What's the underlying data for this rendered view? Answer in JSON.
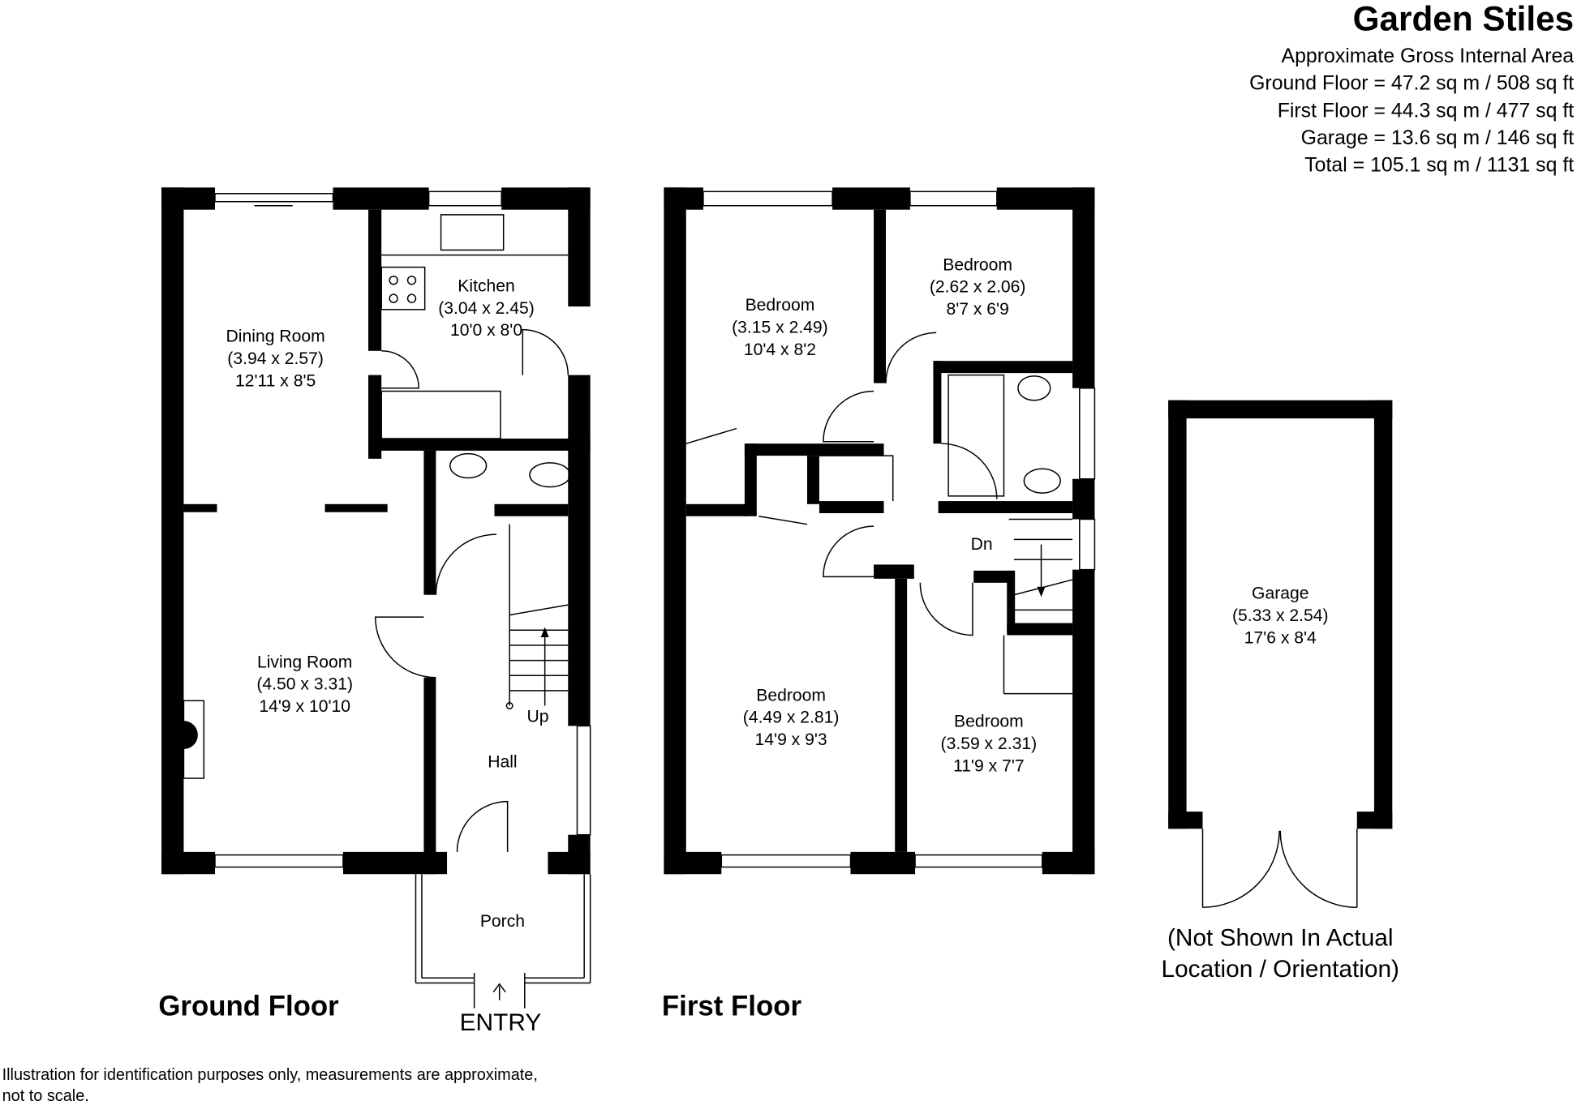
{
  "header": {
    "title": "Garden Stiles",
    "subtitle": "Approximate Gross Internal Area",
    "areas": [
      "Ground Floor = 47.2 sq m / 508 sq ft",
      "First Floor = 44.3 sq m / 477 sq ft",
      "Garage = 13.6 sq m / 146 sq ft",
      "Total = 105.1 sq m / 1131 sq ft"
    ]
  },
  "ground_floor": {
    "label": "Ground Floor",
    "rooms": {
      "dining": {
        "name": "Dining Room",
        "metric": "(3.94 x 2.57)",
        "imperial": "12'11 x 8'5"
      },
      "kitchen": {
        "name": "Kitchen",
        "metric": "(3.04 x 2.45)",
        "imperial": "10'0 x 8'0"
      },
      "living": {
        "name": "Living Room",
        "metric": "(4.50 x 3.31)",
        "imperial": "14'9 x 10'10"
      },
      "hall": {
        "name": "Hall"
      },
      "porch": {
        "name": "Porch"
      }
    },
    "stairs_label": "Up",
    "entry_label": "ENTRY"
  },
  "first_floor": {
    "label": "First Floor",
    "rooms": {
      "bed1": {
        "name": "Bedroom",
        "metric": "(3.15 x 2.49)",
        "imperial": "10'4 x 8'2"
      },
      "bed2": {
        "name": "Bedroom",
        "metric": "(2.62 x 2.06)",
        "imperial": "8'7 x 6'9"
      },
      "bed3": {
        "name": "Bedroom",
        "metric": "(4.49 x 2.81)",
        "imperial": "14'9 x 9'3"
      },
      "bed4": {
        "name": "Bedroom",
        "metric": "(3.59 x 2.31)",
        "imperial": "11'9 x 7'7"
      }
    },
    "stairs_label": "Dn"
  },
  "garage": {
    "name": "Garage",
    "metric": "(5.33 x 2.54)",
    "imperial": "17'6 x 8'4",
    "note_line1": "(Not Shown In Actual",
    "note_line2": "Location / Orientation)"
  },
  "disclaimer": {
    "line1": "Illustration for identification purposes only, measurements are approximate,",
    "line2": "not to scale."
  }
}
